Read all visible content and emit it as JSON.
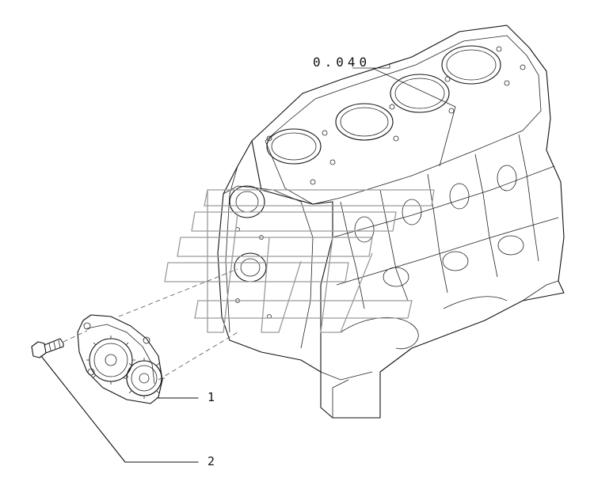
{
  "diagram": {
    "reference_code": "0.040",
    "callouts": [
      {
        "id": 1,
        "label": "1"
      },
      {
        "id": 2,
        "label": "2"
      }
    ]
  },
  "colors": {
    "line": "#111111",
    "watermark": "#9a9a9a",
    "background": "#ffffff"
  }
}
